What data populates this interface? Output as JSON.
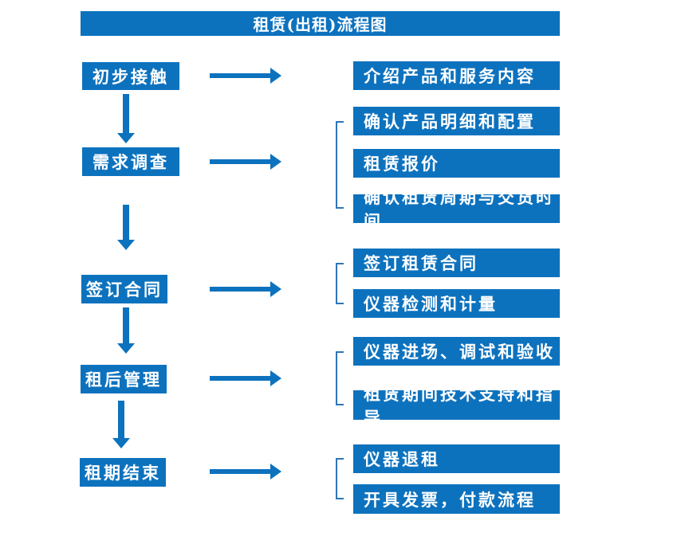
{
  "title": "租赁(出租)流程图",
  "colors": {
    "primary": "#0D72BE",
    "bracket": "#2E75B6",
    "text": "#FFFFFF",
    "background": "#FFFFFF"
  },
  "flow": [
    {
      "step": "初步接触",
      "details": [
        "介绍产品和服务内容"
      ]
    },
    {
      "step": "需求调查",
      "details": [
        "确认产品明细和配置",
        "租赁报价",
        "确认租赁周期与交货时间"
      ]
    },
    {
      "step": "签订合同",
      "details": [
        "签订租赁合同",
        "仪器检测和计量"
      ]
    },
    {
      "step": "租后管理",
      "details": [
        "仪器进场、调试和验收",
        "租赁期间技术支持和指导"
      ]
    },
    {
      "step": "租期结束",
      "details": [
        "仪器退租",
        "开具发票，付款流程"
      ]
    }
  ]
}
